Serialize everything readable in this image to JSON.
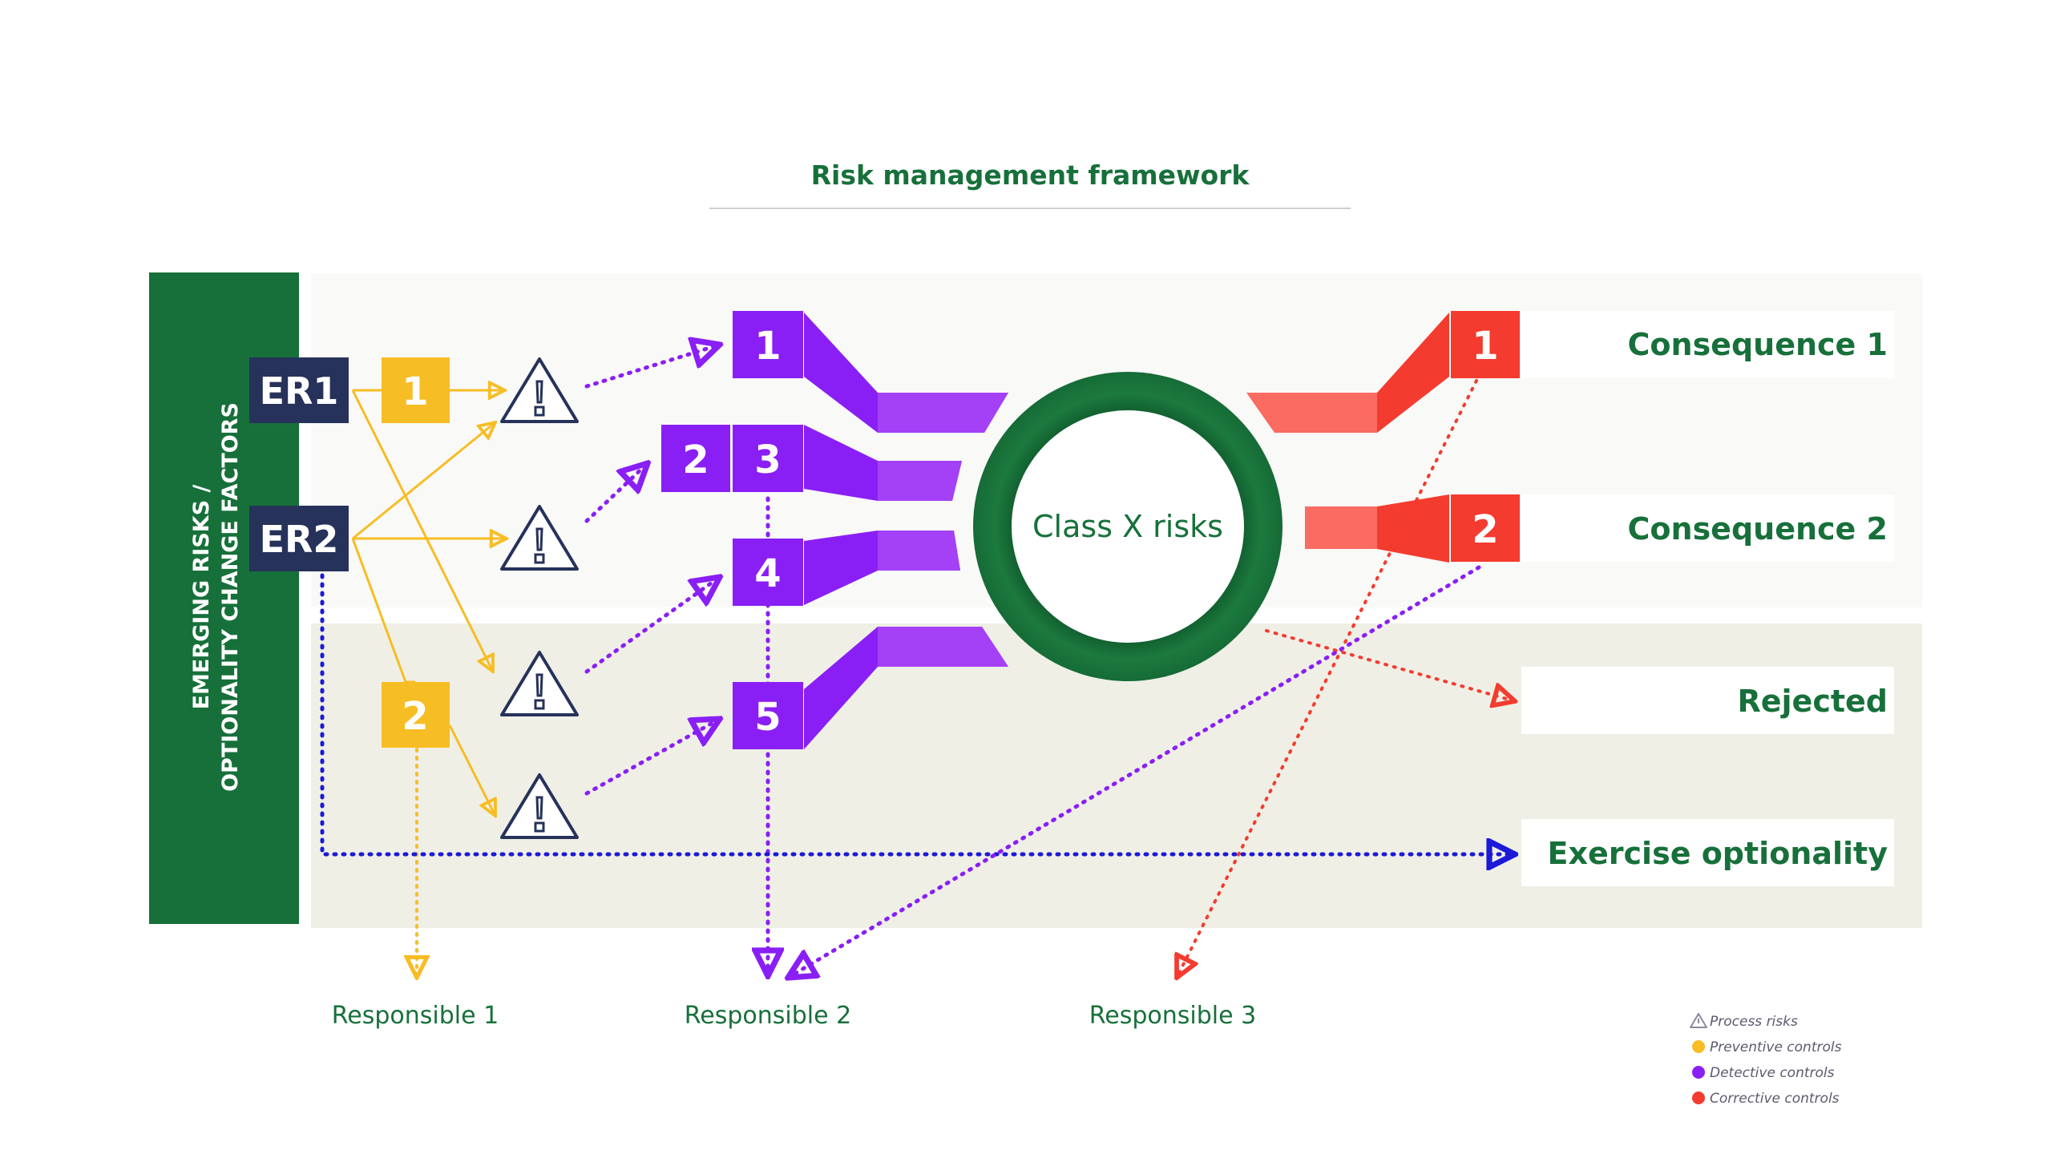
{
  "title": "Risk management framework",
  "side_label": {
    "line1": "EMERGING RISKS /",
    "line2": "OPTIONALITY CHANGE FACTORS"
  },
  "emerging_risks": [
    "ER1",
    "ER2"
  ],
  "preventive_controls": [
    "1",
    "2"
  ],
  "detective_controls": [
    "1",
    "2",
    "3",
    "4",
    "5"
  ],
  "corrective_controls": [
    "1",
    "2"
  ],
  "center_label": "Class X risks",
  "outcomes": {
    "consequence_1": "Consequence 1",
    "consequence_2": "Consequence 2",
    "rejected": "Rejected",
    "exercise_optionality": "Exercise optionality"
  },
  "responsibles": [
    "Responsible 1",
    "Responsible 2",
    "Responsible 3"
  ],
  "legend": [
    {
      "icon": "warning-triangle-icon",
      "label": "Process risks",
      "color": "#8a8aa0"
    },
    {
      "icon": "dot",
      "label": "Preventive controls",
      "color": "#f7bd24"
    },
    {
      "icon": "dot",
      "label": "Detective controls",
      "color": "#8a1ff5"
    },
    {
      "icon": "dot",
      "label": "Corrective controls",
      "color": "#f43b2f"
    }
  ],
  "colors": {
    "green": "#17703a",
    "navy": "#26325a",
    "yellow": "#f7bd24",
    "purple": "#8a1ff5",
    "purple_light": "#a441f7",
    "red": "#f43b2f",
    "red_light": "#fa6b62",
    "blue_dotted": "#1c1ad6",
    "panel_top": "#f9f9f7",
    "panel_bottom": "#efefe6"
  }
}
